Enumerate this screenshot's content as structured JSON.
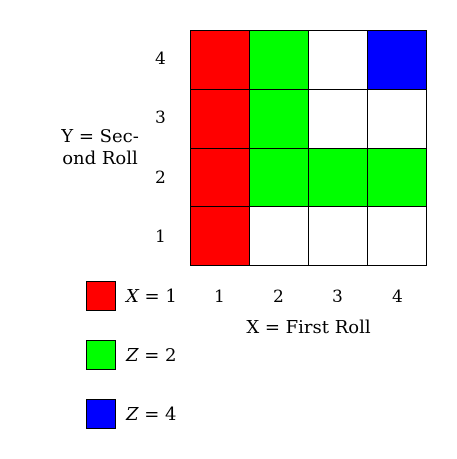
{
  "diagram": {
    "x_axis_title": "X = First Roll",
    "y_axis_title_line1": "Y = Sec-",
    "y_axis_title_line2": "ond Roll",
    "x_ticks": [
      "1",
      "2",
      "3",
      "4"
    ],
    "y_ticks": [
      "4",
      "3",
      "2",
      "1"
    ],
    "grid_rows_top_to_bottom": [
      [
        "red",
        "green",
        "white",
        "blue"
      ],
      [
        "red",
        "green",
        "white",
        "white"
      ],
      [
        "red",
        "green",
        "green",
        "green"
      ],
      [
        "red",
        "white",
        "white",
        "white"
      ]
    ],
    "colors": {
      "red": "#ff0000",
      "green": "#00ff00",
      "blue": "#0000ff",
      "white": "#ffffff"
    },
    "legend": [
      {
        "var": "X",
        "eq": " = 1",
        "color": "#ff0000"
      },
      {
        "var": "Z",
        "eq": " = 2",
        "color": "#00ff00"
      },
      {
        "var": "Z",
        "eq": " = 4",
        "color": "#0000ff"
      }
    ]
  }
}
